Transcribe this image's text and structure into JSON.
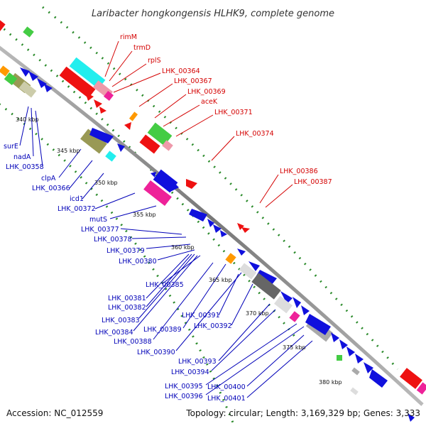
{
  "title": "Laribacter hongkongensis HLHK9, complete genome",
  "footer": {
    "accession": "Accession: NC_012559",
    "summary": "Topology: circular; Length: 3,169,329 bp; Genes: 3,333"
  },
  "ticks": [
    "340 kbp",
    "345 kbp",
    "350 kbp",
    "355 kbp",
    "360 kbp",
    "365 kbp",
    "370 kbp",
    "375 kbp",
    "380 kbp"
  ],
  "labels_outer": [
    "rimM",
    "trmD",
    "rplS",
    "LHK_00364",
    "LHK_00367",
    "LHK_00369",
    "aceK",
    "LHK_00371",
    "LHK_00374",
    "LHK_00386",
    "LHK_00387"
  ],
  "labels_inner": [
    "surE",
    "nadA",
    "LHK_00358",
    "clpA",
    "LHK_00366",
    "icd1",
    "LHK_00372",
    "mutS",
    "LHK_00377",
    "LHK_00378",
    "LHK_00379",
    "LHK_00380",
    "LHK_00381",
    "LHK_00382",
    "LHK_00383",
    "LHK_00384",
    "LHK_00385",
    "LHK_00388",
    "LHK_00389",
    "LHK_00390",
    "LHK_00391",
    "LHK_00392",
    "LHK_00393",
    "LHK_00394",
    "LHK_00395",
    "LHK_00396",
    "LHK_00400",
    "LHK_00401"
  ],
  "colors": {
    "backbone": "#888888",
    "outer_label": "#d40000",
    "inner_label": "#0000b8",
    "dots": "#2a8a2a",
    "gene_blue": "#1010dd",
    "gene_red": "#ee1111",
    "gene_cyan": "#22eeee",
    "gene_pink": "#ee99aa",
    "gene_magenta": "#ee2299",
    "gene_olive": "#999955",
    "gene_green": "#44cc44",
    "gene_orange": "#ff9900",
    "gene_gray": "#999999"
  }
}
